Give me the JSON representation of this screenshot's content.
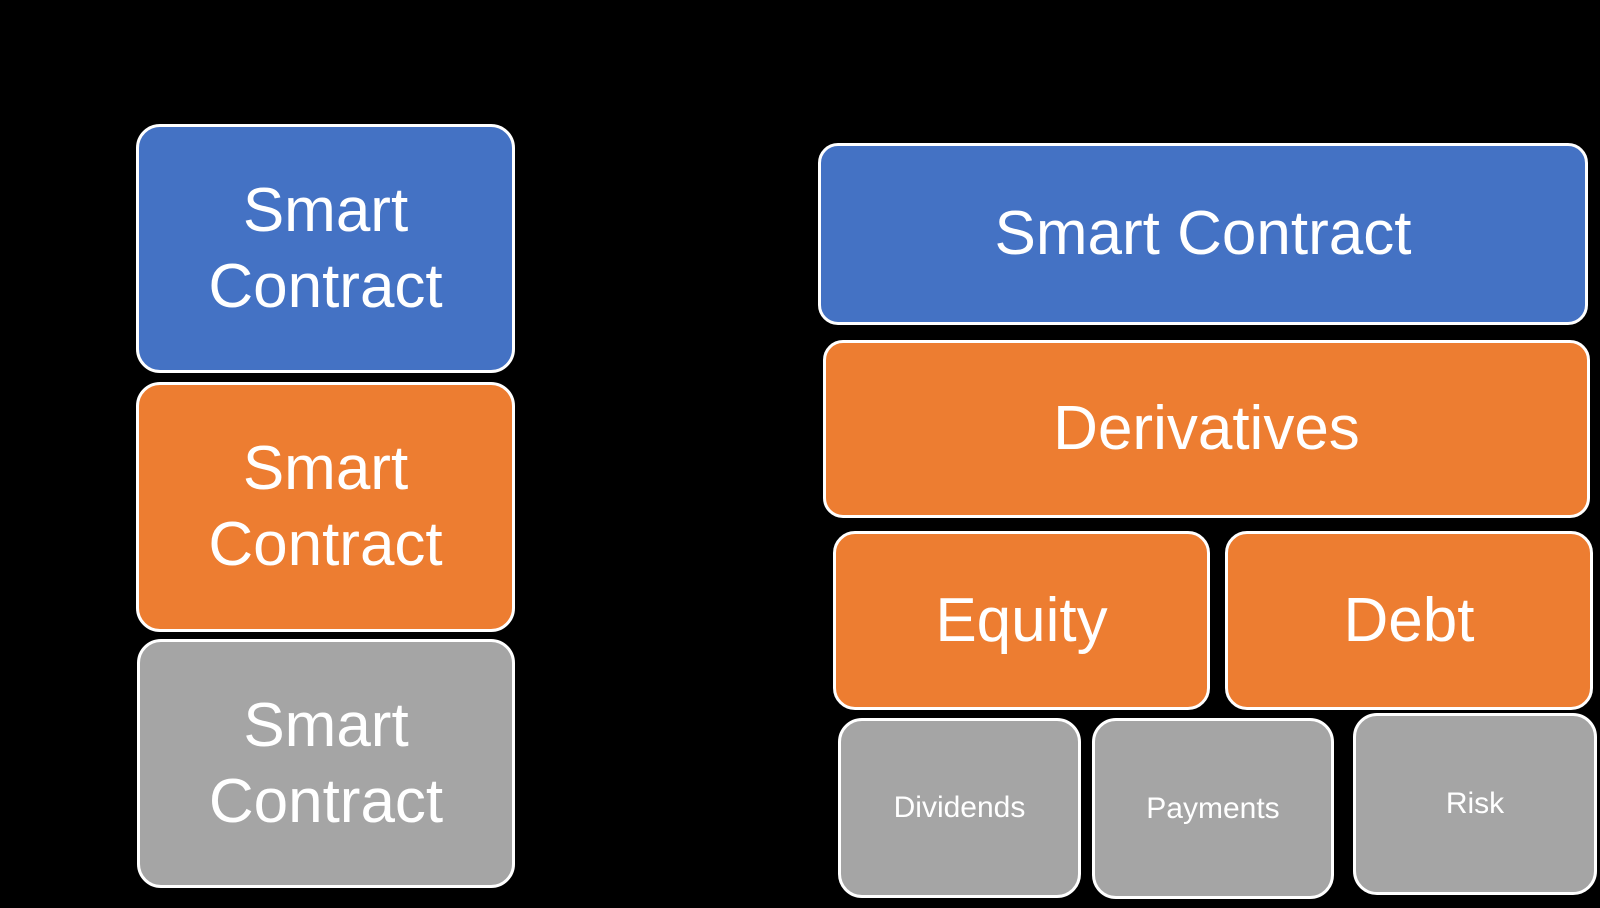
{
  "canvas": {
    "background_color": "#000000"
  },
  "palette": {
    "blue": "#4472C4",
    "orange": "#ED7D31",
    "gray": "#A5A5A5",
    "label_text": "#FFFFFF",
    "box_outline": "#FFFFFF"
  },
  "left_stack": {
    "boxes": [
      {
        "label": "Smart Contract",
        "color": "#4472C4"
      },
      {
        "label": "Smart Contract",
        "color": "#ED7D31"
      },
      {
        "label": "Smart Contract",
        "color": "#A5A5A5"
      }
    ]
  },
  "right_hierarchy": {
    "level_1": {
      "label": "Smart Contract",
      "color": "#4472C4"
    },
    "level_2": {
      "label": "Derivatives",
      "color": "#ED7D31"
    },
    "level_3": [
      {
        "label": "Equity",
        "color": "#ED7D31"
      },
      {
        "label": "Debt",
        "color": "#ED7D31"
      }
    ],
    "level_4": [
      {
        "label": "Dividends",
        "color": "#A5A5A5"
      },
      {
        "label": "Payments",
        "color": "#A5A5A5"
      },
      {
        "label": "Risk",
        "color": "#A5A5A5"
      }
    ]
  }
}
